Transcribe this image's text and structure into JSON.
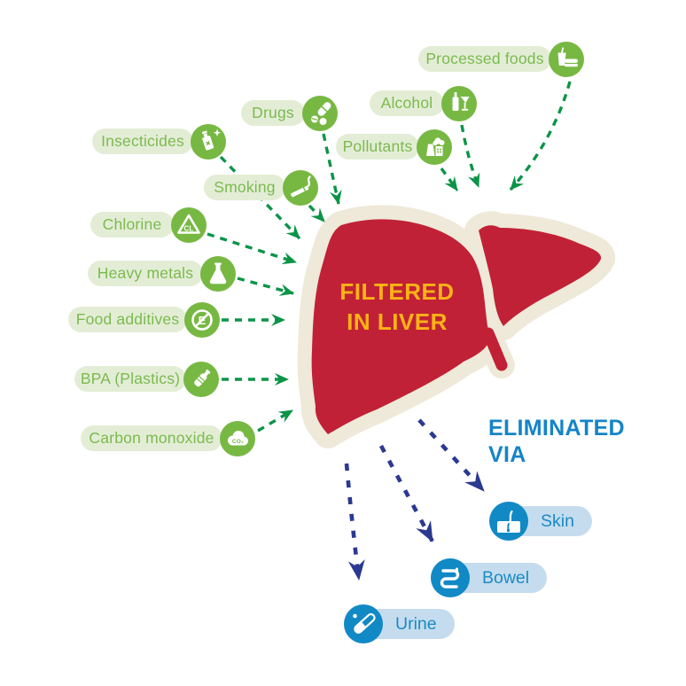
{
  "diagram": {
    "center_label": {
      "line1": "FILTERED",
      "line2": "IN LIVER"
    },
    "eliminated_heading": {
      "line1": "ELIMINATED",
      "line2": "VIA"
    },
    "toxins": [
      {
        "label": "Processed foods",
        "icon": "processed-foods-icon"
      },
      {
        "label": "Alcohol",
        "icon": "alcohol-icon"
      },
      {
        "label": "Drugs",
        "icon": "drugs-icon"
      },
      {
        "label": "Pollutants",
        "icon": "pollutants-icon"
      },
      {
        "label": "Insecticides",
        "icon": "insecticides-icon"
      },
      {
        "label": "Smoking",
        "icon": "smoking-icon"
      },
      {
        "label": "Chlorine",
        "icon": "chlorine-icon",
        "icon_text": "CL"
      },
      {
        "label": "Heavy metals",
        "icon": "heavy-metals-icon"
      },
      {
        "label": "Food additives",
        "icon": "food-additives-icon",
        "icon_text": "E"
      },
      {
        "label": "BPA (Plastics)",
        "icon": "bpa-plastics-icon"
      },
      {
        "label": "Carbon monoxide",
        "icon": "carbon-monoxide-icon",
        "icon_text": "CO₂"
      }
    ],
    "elimination_routes": [
      {
        "label": "Skin",
        "icon": "skin-icon"
      },
      {
        "label": "Bowel",
        "icon": "bowel-icon"
      },
      {
        "label": "Urine",
        "icon": "urine-icon"
      }
    ],
    "colors": {
      "toxin_pill_bg": "#E3EDD6",
      "toxin_text": "#7CBA4E",
      "toxin_icon_bg": "#77B843",
      "toxin_arrow": "#0A9447",
      "liver_fill": "#C12136",
      "liver_halo": "#EEE9D8",
      "center_label_text": "#FBB316",
      "eliminated_heading_text": "#1484C7",
      "route_pill_bg": "#C5DCEF",
      "route_text": "#1B8BC4",
      "route_icon_bg": "#1189C5",
      "route_arrow": "#2B3990"
    }
  }
}
